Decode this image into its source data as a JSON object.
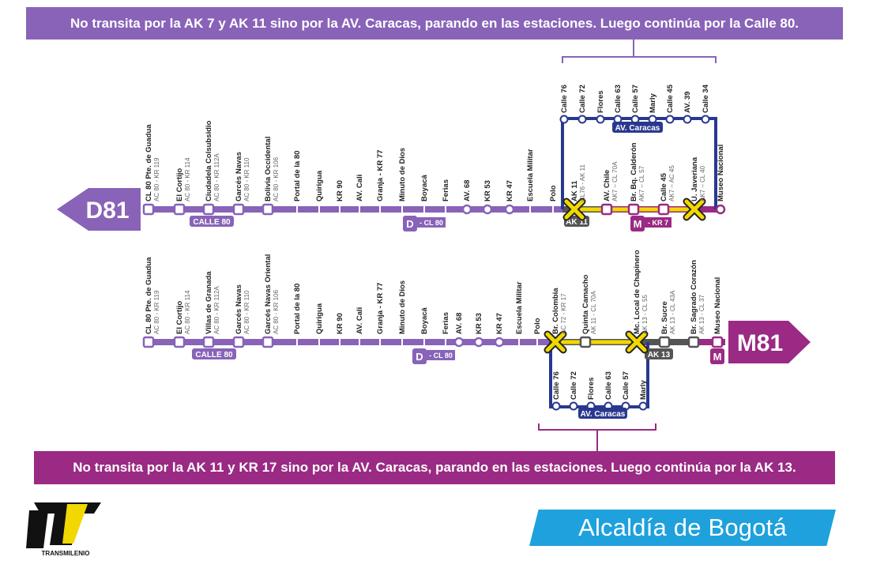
{
  "banners": {
    "top": "No transita por la AK 7 y AK 11 sino por la AV. Caracas, parando en las estaciones. Luego continúa por la Calle 80.",
    "bottom": "No transita por la AK 11 y KR 17 sino por la AV. Caracas, parando en las estaciones. Luego continúa por la AK 13."
  },
  "routes": {
    "d81": {
      "code": "D81",
      "color": "#8863b8",
      "stations": [
        {
          "name": "CL 80 Pte. de Guadua",
          "sub": "AC 80 - KR 119"
        },
        {
          "name": "El Cortijo",
          "sub": "AC 80 - KR 114"
        },
        {
          "name": "Ciudadela Colsubsidio",
          "sub": "AC 80 - KR 112A"
        },
        {
          "name": "Garcés Navas",
          "sub": "AC 80 - KR 110"
        },
        {
          "name": "Bolivia Occidental",
          "sub": "AC 80 - KR 106"
        },
        {
          "name": "Portal de la 80",
          "sub": ""
        },
        {
          "name": "Quirigua",
          "sub": ""
        },
        {
          "name": "KR 90",
          "sub": ""
        },
        {
          "name": "AV. Cali",
          "sub": ""
        },
        {
          "name": "Granja - KR 77",
          "sub": ""
        },
        {
          "name": "Minuto de Dios",
          "sub": ""
        },
        {
          "name": "Boyacá",
          "sub": ""
        },
        {
          "name": "Ferias",
          "sub": ""
        },
        {
          "name": "AV. 68",
          "sub": ""
        },
        {
          "name": "KR 53",
          "sub": ""
        },
        {
          "name": "KR 47",
          "sub": ""
        },
        {
          "name": "Escuela Militar",
          "sub": ""
        },
        {
          "name": "Polo",
          "sub": ""
        },
        {
          "name": "AK 11",
          "sub": "CL76 - AK 11"
        },
        {
          "name": "AV. Chile",
          "sub": "AK7 – CL 70A"
        },
        {
          "name": "Br. Bq. Calderón",
          "sub": "AK7 – CL 57"
        },
        {
          "name": "Calle 45",
          "sub": "AK7 – AC 45"
        },
        {
          "name": "U. Javeriana",
          "sub": "AK7 – CL 40"
        },
        {
          "name": "Museo Nacional",
          "sub": ""
        }
      ],
      "detour_stations": [
        "Calle 76",
        "Calle 72",
        "Flores",
        "Calle 63",
        "Calle 57",
        "Marly",
        "Calle 45",
        "AV. 39",
        "Calle 34"
      ],
      "detour_label": "AV. Caracas",
      "corridor_labels": {
        "calle80": "CALLE 80",
        "d": "D",
        "d_text": "- CL 80",
        "ak11": "AK 11",
        "m": "M",
        "m_text": "- KR 7"
      }
    },
    "m81": {
      "code": "M81",
      "color": "#9a2a83",
      "stations": [
        {
          "name": "CL 80 Pte. de Guadua",
          "sub": "AC 80 - KR 119"
        },
        {
          "name": "El Cortijo",
          "sub": "AC 80 - KR 114"
        },
        {
          "name": "Villas de Granada",
          "sub": "AC 80 - KR 112A"
        },
        {
          "name": "Garcés Navas",
          "sub": "AC 80 - KR 110"
        },
        {
          "name": "Garcés Navas Oriental",
          "sub": "AC 80 - KR 106"
        },
        {
          "name": "Portal de la 80",
          "sub": ""
        },
        {
          "name": "Quirigua",
          "sub": ""
        },
        {
          "name": "KR 90",
          "sub": ""
        },
        {
          "name": "AV. Cali",
          "sub": ""
        },
        {
          "name": "Granja - KR 77",
          "sub": ""
        },
        {
          "name": "Minuto de Dios",
          "sub": ""
        },
        {
          "name": "Boyacá",
          "sub": ""
        },
        {
          "name": "Ferias",
          "sub": ""
        },
        {
          "name": "AV. 68",
          "sub": ""
        },
        {
          "name": "KR 53",
          "sub": ""
        },
        {
          "name": "KR 47",
          "sub": ""
        },
        {
          "name": "Escuela Militar",
          "sub": ""
        },
        {
          "name": "Polo",
          "sub": ""
        },
        {
          "name": "Br. Colombia",
          "sub": "AC 72 - KR 17"
        },
        {
          "name": "Quinta Camacho",
          "sub": "AK 11 - CL 70A"
        },
        {
          "name": "Mc. Local de Chapinero",
          "sub": "AK 13 - CL 55"
        },
        {
          "name": "Br. Sucre",
          "sub": "AK 13 - CL 43A"
        },
        {
          "name": "Br. Sagrado Corazón",
          "sub": "AK 13 - CL 37"
        },
        {
          "name": "Museo Nacional",
          "sub": ""
        }
      ],
      "detour_stations": [
        "Calle 76",
        "Calle 72",
        "Flores",
        "Calle 63",
        "Calle 57",
        "Marly"
      ],
      "detour_label": "AV. Caracas",
      "corridor_labels": {
        "calle80": "CALLE 80",
        "d": "D",
        "d_text": "- CL 80",
        "ak13": "AK 13",
        "m": "M"
      }
    }
  },
  "logos": {
    "transmilenio": "TRANSMILENIO",
    "alcaldia": "Alcaldía de Bogotá"
  }
}
